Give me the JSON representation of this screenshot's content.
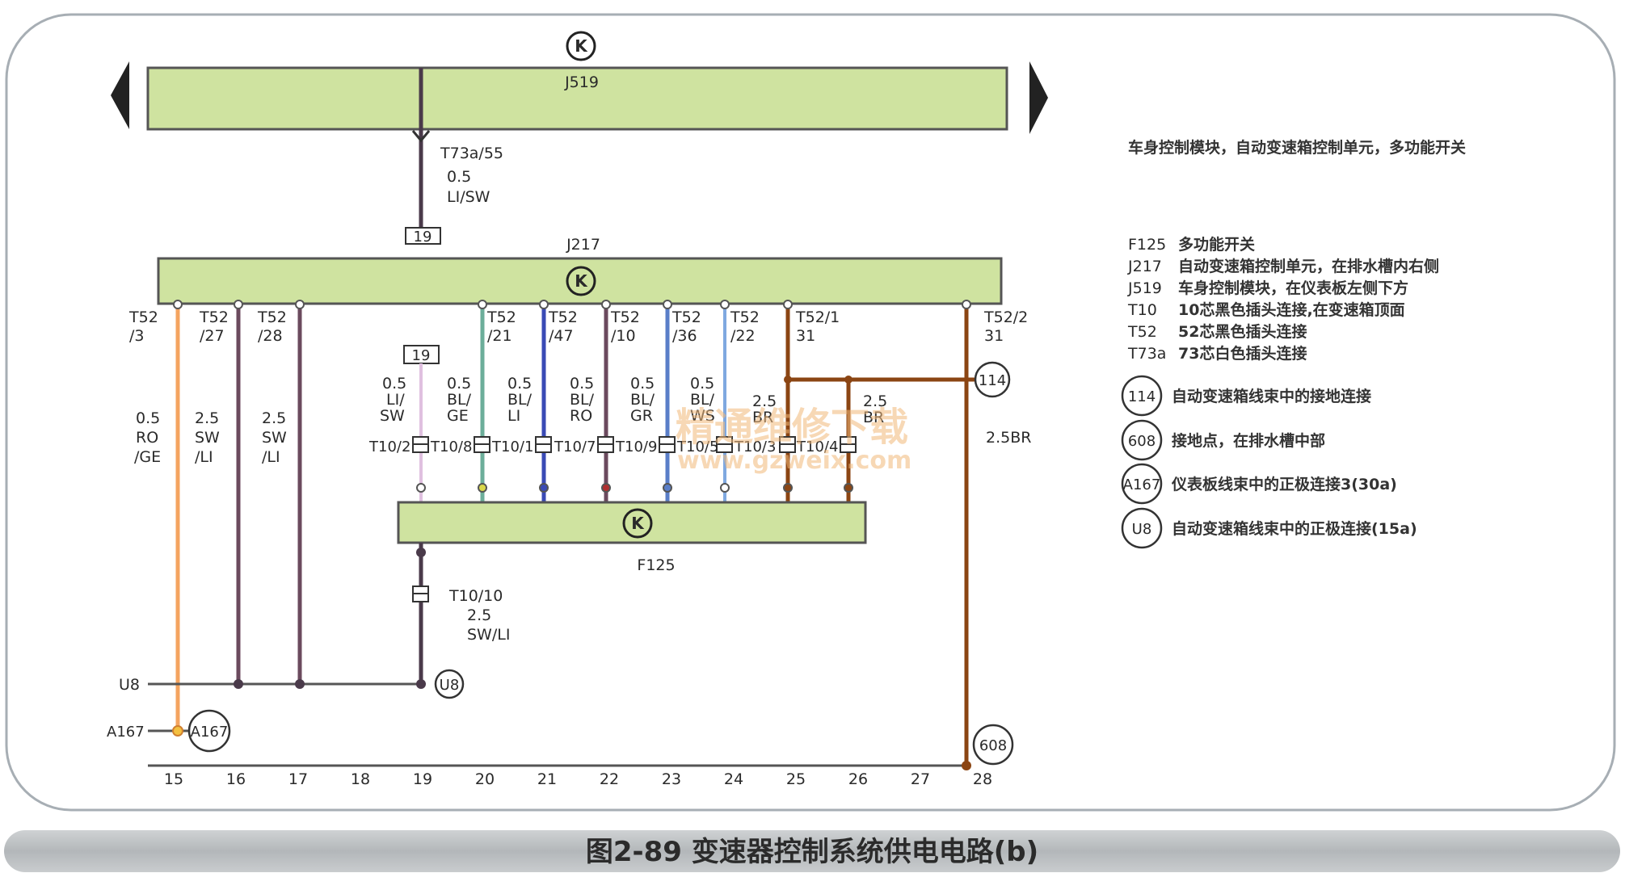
{
  "modules": {
    "j519": {
      "code": "J519"
    },
    "j217": {
      "code": "J217"
    },
    "f125": {
      "code": "F125"
    }
  },
  "header_desc": "车身控制模块，自动变速箱控制单元，多功能开关",
  "connectors": {
    "t73a55": "T73a/55",
    "pin19_top": "19",
    "pin19_mid": "19",
    "t1010": "T10/10"
  },
  "j217_pins": [
    {
      "l1": "T52",
      "l2": "/3"
    },
    {
      "l1": "T52",
      "l2": "/27"
    },
    {
      "l1": "T52",
      "l2": "/28"
    },
    {
      "l1": "T52",
      "l2": "/21"
    },
    {
      "l1": "T52",
      "l2": "/47"
    },
    {
      "l1": "T52",
      "l2": "/10"
    },
    {
      "l1": "T52",
      "l2": "/36"
    },
    {
      "l1": "T52",
      "l2": "/22"
    },
    {
      "l1": "T52/1",
      "l2": "31"
    },
    {
      "l1": "T52/2",
      "l2": "31"
    }
  ],
  "wires": {
    "top": {
      "l1": "0.5",
      "l2": "LI/SW"
    },
    "w15": {
      "l1": "0.5",
      "l2": "RO",
      "l3": "/GE"
    },
    "w16": {
      "l1": "2.5",
      "l2": "SW",
      "l3": "/LI"
    },
    "w17": {
      "l1": "2.5",
      "l2": "SW",
      "l3": "/LI"
    },
    "f19": {
      "l1": "0.5",
      "l2": "LI/",
      "l3": "SW"
    },
    "f20": {
      "l1": "0.5",
      "l2": "BL/",
      "l3": "GE"
    },
    "f21": {
      "l1": "0.5",
      "l2": "BL/",
      "l3": "LI"
    },
    "f22": {
      "l1": "0.5",
      "l2": "BL/",
      "l3": "RO"
    },
    "f23": {
      "l1": "0.5",
      "l2": "BL/",
      "l3": "GR"
    },
    "f24": {
      "l1": "0.5",
      "l2": "BL/",
      "l3": "WS"
    },
    "f25": {
      "l1": "2.5",
      "l2": "BR"
    },
    "f26": {
      "l1": "2.5",
      "l2": "BR"
    },
    "w28": "2.5BR",
    "bottom": {
      "l1": "2.5",
      "l2": "SW/LI"
    }
  },
  "f125_connectors": [
    "T10/2",
    "T10/8",
    "T10/1",
    "T10/7",
    "T10/9",
    "T10/5",
    "T10/3",
    "T10/4"
  ],
  "rails": {
    "u8": "U8",
    "a167": "A167"
  },
  "nodes": {
    "n114": "114",
    "n608": "608",
    "u8": "U8",
    "a167": "A167"
  },
  "columns": [
    "15",
    "16",
    "17",
    "18",
    "19",
    "20",
    "21",
    "22",
    "23",
    "24",
    "25",
    "26",
    "27",
    "28"
  ],
  "legend": [
    {
      "code": "F125",
      "text": "多功能开关"
    },
    {
      "code": "J217",
      "text": "自动变速箱控制单元，在排水槽内右侧"
    },
    {
      "code": "J519",
      "text": "车身控制模块，在仪表板左侧下方"
    },
    {
      "code": "T10",
      "text": "10芯黑色插头连接,在变速箱顶面"
    },
    {
      "code": "T52",
      "text": "52芯黑色插头连接"
    },
    {
      "code": "T73a",
      "text": "73芯白色插头连接"
    }
  ],
  "legend_circles": [
    {
      "code": "114",
      "text": "自动变速箱线束中的接地连接"
    },
    {
      "code": "608",
      "text": "接地点，在排水槽中部"
    },
    {
      "code": "A167",
      "text": "仪表板线束中的正极连接3(30a)"
    },
    {
      "code": "U8",
      "text": "自动变速箱线束中的正极连接(15a)"
    }
  ],
  "watermark": {
    "l1": "精通维修下载",
    "l2": "www.gzweix.com"
  },
  "caption": "图2-89  变速器控制系统供电电路(b)",
  "colors": {
    "module_fill": "#cfe3a0",
    "wire_orange": "#f4a460",
    "wire_purple": "#6b4a5e",
    "wire_brown": "#8b4513",
    "wire_blue": "#3a4ab5",
    "wire_lightblue": "#7fa8e0",
    "wire_teal": "#6cae9a"
  }
}
